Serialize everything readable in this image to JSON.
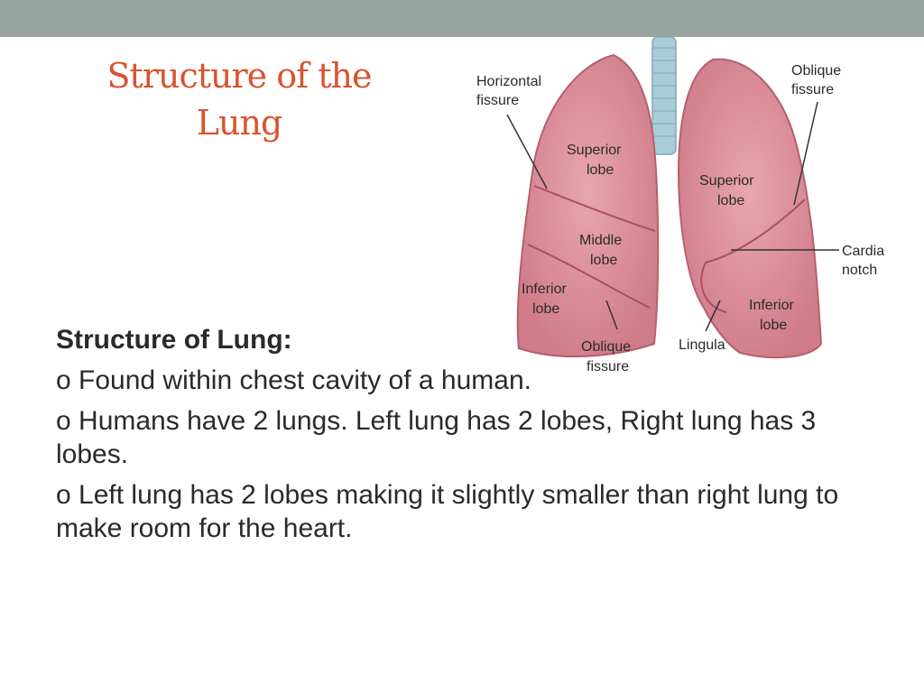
{
  "slide": {
    "title_line1": "Structure of the",
    "title_line2": "Lung",
    "section_heading": "Structure of Lung:",
    "bullets": [
      {
        "marker": "o",
        "text": "Found within chest cavity of a human."
      },
      {
        "marker": "o",
        "text": "Humans have 2 lungs.  Left lung has 2 lobes, Right lung has 3 lobes."
      },
      {
        "marker": "o",
        "text": "Left lung has 2 lobes making it slightly smaller than right lung to make room for the heart."
      }
    ]
  },
  "figure": {
    "labels": {
      "horizontal_fissure_1": "Horizontal",
      "horizontal_fissure_2": "fissure",
      "oblique_fissure_right_1": "Oblique",
      "oblique_fissure_right_2": "fissure",
      "superior_lobe_left_1": "Superior",
      "superior_lobe_left_2": "lobe",
      "superior_lobe_right_1": "Superior",
      "superior_lobe_right_2": "lobe",
      "middle_lobe_1": "Middle",
      "middle_lobe_2": "lobe",
      "cardiac_notch_1": "Cardiac",
      "cardiac_notch_2": "notch",
      "inferior_lobe_left_1": "Inferior",
      "inferior_lobe_left_2": "lobe",
      "inferior_lobe_right_1": "Inferior",
      "inferior_lobe_right_2": "lobe",
      "oblique_fissure_bottom_1": "Oblique",
      "oblique_fissure_bottom_2": "fissure",
      "lingula": "Lingula"
    }
  },
  "colors": {
    "title": "#d9532f",
    "band": "#97a49f",
    "lung_fill": "#d98d98",
    "lung_edge": "#b5606e",
    "trachea": "#a9cdd6"
  }
}
